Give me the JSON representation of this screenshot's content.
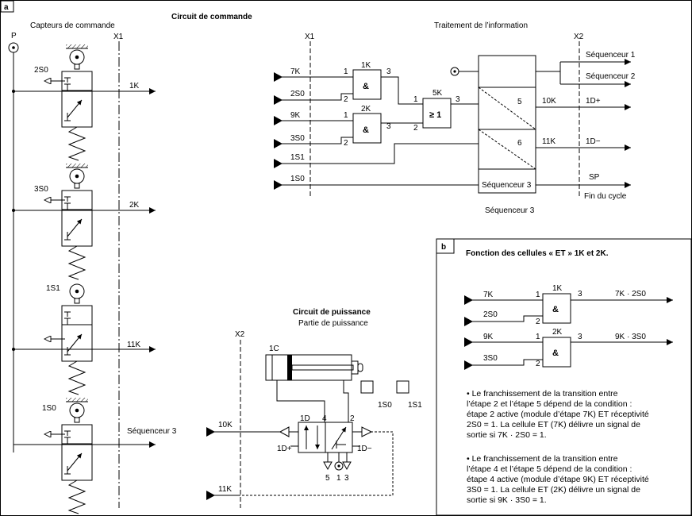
{
  "part_a": {
    "label": "a",
    "title": "Circuit de commande",
    "sensors_title": "Capteurs de commande",
    "p_label": "P",
    "x1_label": "X1",
    "sensors": [
      {
        "name": "2S0",
        "output": "1K"
      },
      {
        "name": "3S0",
        "output": "2K"
      },
      {
        "name": "1S1",
        "output": "11K"
      },
      {
        "name": "1S0",
        "output": "Séquenceur 3"
      }
    ],
    "processing": {
      "title": "Traitement de l’information",
      "x1_label": "X1",
      "x2_label": "X2",
      "inputs": [
        "7K",
        "2S0",
        "9K",
        "3S0",
        "1S1",
        "1S0"
      ],
      "gate_1k": {
        "name": "1K",
        "symbol": "&",
        "in1": "1",
        "in2": "2",
        "out": "3"
      },
      "gate_2k": {
        "name": "2K",
        "symbol": "&",
        "in1": "1",
        "in2": "2",
        "out": "3"
      },
      "gate_5k": {
        "name": "5K",
        "symbol": "≥ 1",
        "in1": "1",
        "in2": "2",
        "out": "3"
      },
      "sequencer": {
        "step5": "5",
        "step6": "6",
        "name": "Séquenceur 3",
        "caption": "Séquenceur 3"
      },
      "signals": {
        "s10k": "10K",
        "s11k": "11K"
      },
      "outputs": [
        "Séquenceur 1",
        "Séquenceur 2",
        "1D+",
        "1D−",
        "SP"
      ],
      "end_label": "Fin du cycle"
    },
    "power": {
      "title": "Circuit de puissance",
      "subtitle": "Partie de puissance",
      "x2_label": "X2",
      "cylinder": "1C",
      "sensor_a": "1S0",
      "sensor_b": "1S1",
      "valve": "1D",
      "port4": "4",
      "port2": "2",
      "port5": "5",
      "port1": "1",
      "port3": "3",
      "pilot_plus": "1D+",
      "pilot_minus": "1D−",
      "signal_10k": "10K",
      "signal_11k": "11K"
    }
  },
  "part_b": {
    "label": "b",
    "title": "Fonction des cellules « ET » 1K et 2K.",
    "gate1": {
      "name": "1K",
      "in_a": "7K",
      "in_b": "2S0",
      "pin1": "1",
      "pin2": "2",
      "pin3": "3",
      "symbol": "&",
      "output": "7K · 2S0"
    },
    "gate2": {
      "name": "2K",
      "in_a": "9K",
      "in_b": "3S0",
      "pin1": "1",
      "pin2": "2",
      "pin3": "3",
      "symbol": "&",
      "output": "9K · 3S0"
    },
    "note1": [
      "• Le franchissement de la transition entre",
      "l’étape 2 et l’étape 5 dépend de la condition :",
      "étape 2 active (module d’étape 7K) ET réceptivité",
      "2S0 = 1. La cellule ET (7K) délivre un signal de",
      "sortie si 7K · 2S0 = 1."
    ],
    "note2": [
      "• Le franchissement de la transition entre",
      "l’étape 4 et l’étape 5 dépend de la condition :",
      "étape 4 active (module d’étape 9K) ET réceptivité",
      "3S0 = 1. La cellule ET (2K) délivre un signal de",
      "sortie si 9K · 3S0 = 1."
    ]
  }
}
